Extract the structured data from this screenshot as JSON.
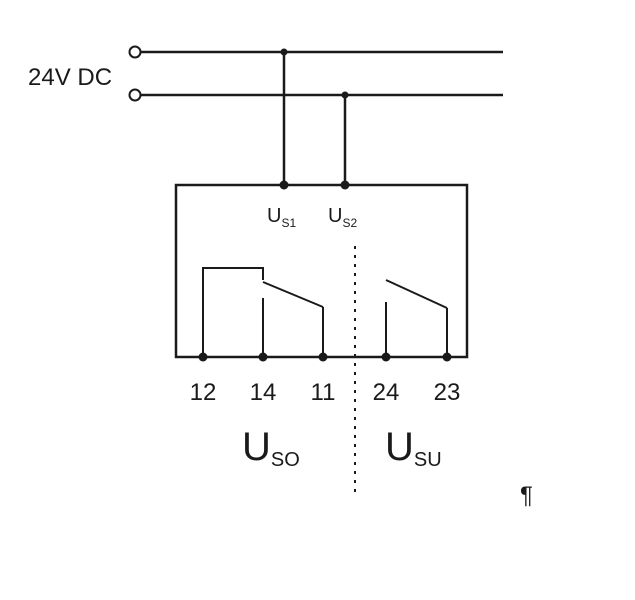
{
  "supply": {
    "label": "24V DC"
  },
  "supply_terminals": [
    {
      "name": "Us1",
      "main": "U",
      "sub": "S1"
    },
    {
      "name": "Us2",
      "main": "U",
      "sub": "S2"
    }
  ],
  "terminals": [
    "12",
    "14",
    "11",
    "24",
    "23"
  ],
  "contact_groups": [
    {
      "main": "U",
      "sub": "SO"
    },
    {
      "main": "U",
      "sub": "SU"
    }
  ],
  "mark": "¶"
}
